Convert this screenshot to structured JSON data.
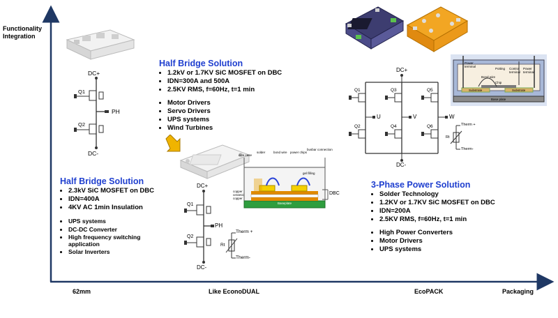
{
  "axes": {
    "y_label_line1": "Functionality",
    "y_label_line2": "Integration",
    "x_label": "Packaging",
    "x_ticks": [
      "62mm",
      "Like EconoDUAL",
      "EcoPACK"
    ]
  },
  "solutions": [
    {
      "title": "Half Bridge Solution",
      "specs": [
        "2.3kV SiC MOSFET on DBC",
        "IDN=400A",
        "4KV AC 1min Insulation"
      ],
      "apps": [
        "UPS systems",
        "DC-DC Converter",
        "High frequency switching application",
        "Solar Inverters"
      ]
    },
    {
      "title": "Half Bridge Solution",
      "specs": [
        "1.2kV or 1.7KV SiC MOSFET on DBC",
        "IDN=300A and 500A",
        "2.5KV RMS, f=60Hz, t=1 min"
      ],
      "apps": [
        "Motor Drivers",
        "Servo Drivers",
        "UPS systems",
        "Wind Turbines"
      ]
    },
    {
      "title": "3-Phase Power Solution",
      "specs": [
        "Solder Technology",
        "1.2KV or 1.7KV SiC MOSFET on DBC",
        "IDN=200A",
        "2.5KV RMS, f=60Hz, t=1 min"
      ],
      "apps": [
        "High Power Converters",
        "Motor Drivers",
        "UPS systems"
      ]
    }
  ],
  "circuit1": {
    "top": "DC+",
    "bottom": "DC-",
    "out": "PH",
    "q1": "Q1",
    "q2": "Q2"
  },
  "circuit2": {
    "top": "DC+",
    "bottom": "DC-",
    "out": "PH",
    "q1": "Q1",
    "q2": "Q2",
    "therm_plus": "Therm +",
    "therm_minus": "Therm-",
    "rt": "Rt"
  },
  "circuit3": {
    "top": "DC+",
    "bottom": "DC-",
    "u": "U",
    "v": "V",
    "w": "W",
    "q1": "Q1",
    "q2": "Q2",
    "q3": "Q3",
    "q4": "Q4",
    "q5": "Q5",
    "q6": "Q6",
    "therm_plus": "Therm +",
    "therm_minus": "Therm-",
    "rt": "Rt"
  },
  "cross_section": {
    "labels": [
      "dice case",
      "solder",
      "bond wire",
      "power chips",
      "busbar connection",
      "gel filling",
      "copper",
      "ceramic",
      "copper",
      "DBC",
      "Baseplate"
    ]
  },
  "cross_section_2": {
    "labels": [
      "Power terminal",
      "Bond wire",
      "Potting",
      "Control terminal",
      "Power terminal",
      "Chip",
      "Substrate",
      "Substrate",
      "Base plate"
    ]
  },
  "colors": {
    "title_blue": "#1f3fcf",
    "arrow_yellow": "#f0b400"
  }
}
